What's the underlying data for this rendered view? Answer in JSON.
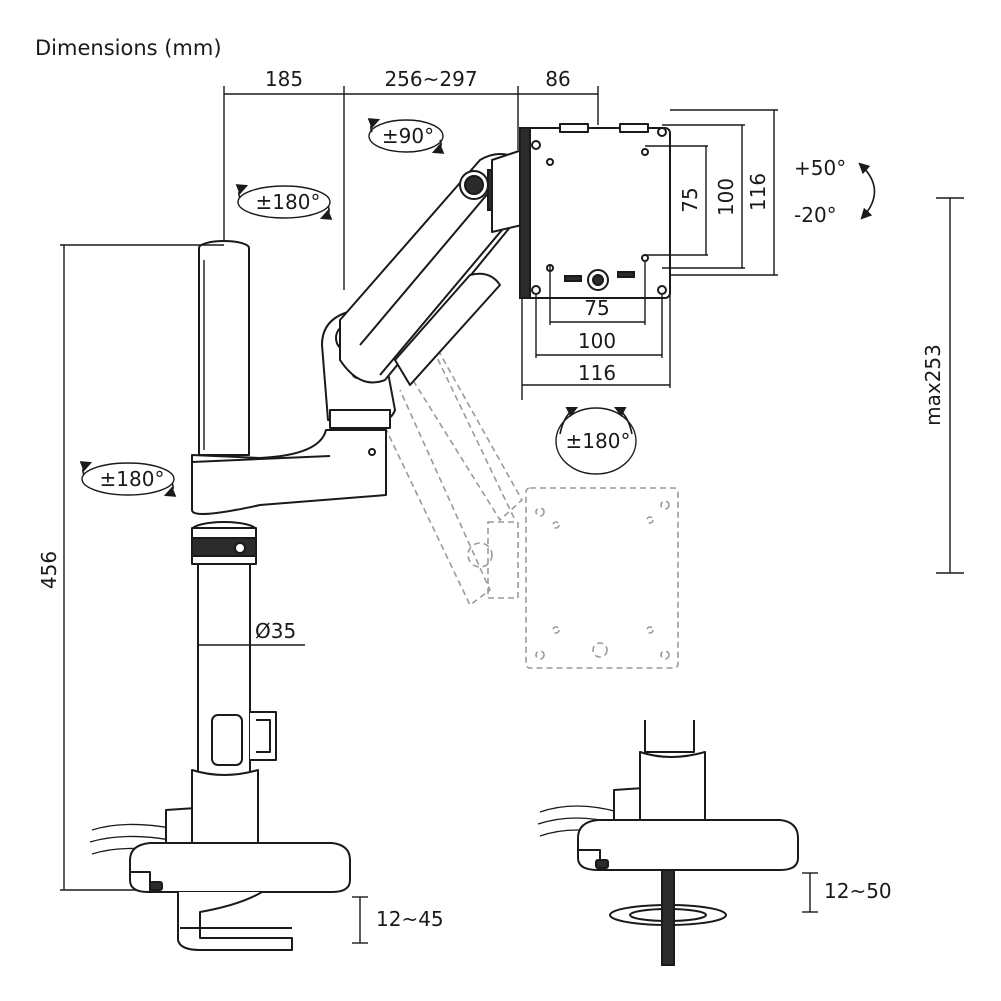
{
  "title": "Dimensions (mm)",
  "dimensions": {
    "arm_segment_1": "185",
    "arm_segment_2": "256~297",
    "arm_segment_3": "86",
    "pole_height": "456",
    "pole_diameter": "Ø35",
    "clamp_range_1": "12~45",
    "clamp_range_2": "12~50",
    "max_height": "max253",
    "vesa_v_75": "75",
    "vesa_v_100": "100",
    "vesa_v_116": "116",
    "vesa_h_75": "75",
    "vesa_h_100": "100",
    "vesa_h_116": "116"
  },
  "rotations": {
    "arm_top": "±90°",
    "pole_top": "±180°",
    "pole_mid": "±180°",
    "plate": "±180°",
    "tilt_up": "+50°",
    "tilt_down": "-20°"
  },
  "colors": {
    "line": "#1a1a1a",
    "ghost": "#9a9a9a"
  }
}
